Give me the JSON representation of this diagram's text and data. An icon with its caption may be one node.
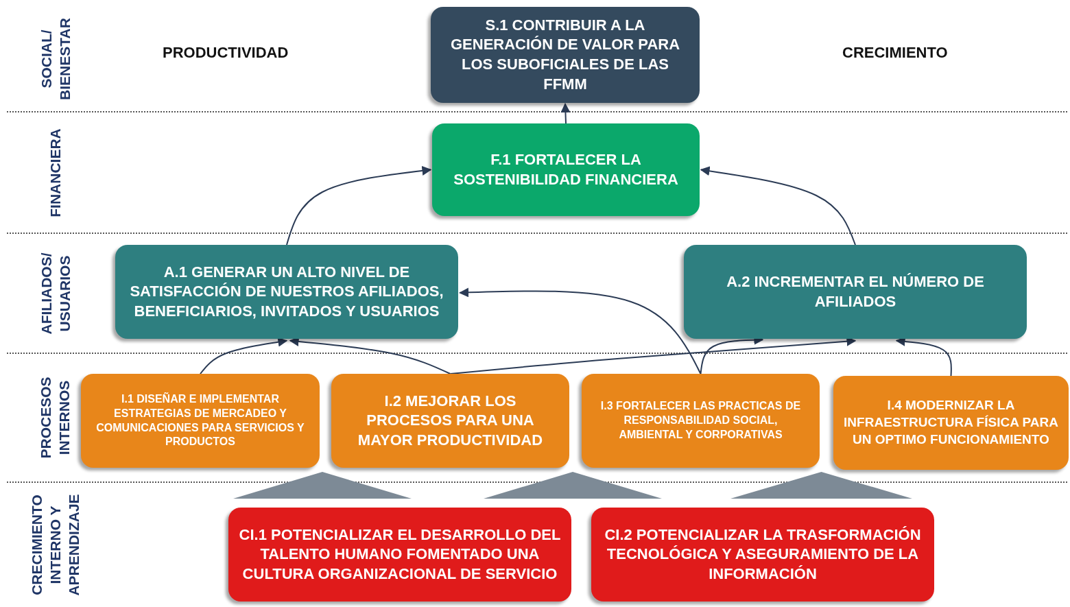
{
  "diagram": {
    "nodes": [
      {
        "text": [
          "S.1 CONTRIBUIR A LA GENERACIÓN DE VALOR PARA LOS SUBOFICIALES DE LAS FFMM"
        ]
      },
      {
        "text": [
          "F.1 FORTALECER LA SOSTENIBILIDAD FINANCIERA"
        ]
      },
      {
        "text": [
          "A.1 GENERAR UN ALTO NIVEL DE SATISFACCIÓN DE NUESTROS AFILIADOS, BENEFICIARIOS, INVITADOS Y USUARIOS"
        ]
      },
      {
        "text": [
          "A.2  INCREMENTAR EL NÚMERO DE AFILIADOS"
        ]
      },
      {
        "text": [
          "I.1 DISEÑAR E IMPLEMENTAR ESTRATEGIAS DE MERCADEO Y COMUNICACIONES  PARA SERVICIOS Y PRODUCTOS"
        ]
      },
      {
        "text": [
          "I.2 MEJORAR LOS PROCESOS PARA UNA MAYOR PRODUCTIVIDAD"
        ]
      },
      {
        "text": [
          "I.3 FORTALECER LAS PRACTICAS DE RESPONSABILIDAD SOCIAL, AMBIENTAL Y CORPORATIVAS"
        ]
      },
      {
        "text": [
          "I.4 MODERNIZAR LA INFRAESTRUCTURA FÍSICA PARA UN OPTIMO FUNCIONAMIENTO"
        ]
      },
      {
        "text": [
          "CI.1 POTENCIALIZAR EL DESARROLLO DEL TALENTO HUMANO FOMENTADO UNA CULTURA ORGANIZACIONAL DE SERVICIO"
        ]
      },
      {
        "text": [
          "CI.2 POTENCIALIZAR LA TRASFORMACIÓN  TECNOLÓGICA Y ASEGURAMIENTO DE LA INFORMACIÓN"
        ]
      },
      {
        "text": [],
        "shape": "triangle"
      },
      {
        "text": [],
        "shape": "triangle"
      },
      {
        "text": [],
        "shape": "triangle"
      }
    ],
    "edges": [
      {
        "from": 1,
        "to": 0,
        "arrow": "to"
      },
      {
        "from": 2,
        "to": 1,
        "arrow": "to"
      },
      {
        "from": 3,
        "to": 1,
        "arrow": "to"
      },
      {
        "from": 4,
        "to": 2,
        "arrow": "to"
      },
      {
        "from": 5,
        "to": 2,
        "arrow": "to"
      },
      {
        "from": 6,
        "to": 2,
        "arrow": "to"
      },
      {
        "from": 5,
        "to": 3,
        "arrow": "to"
      },
      {
        "from": 6,
        "to": 3,
        "arrow": "to"
      },
      {
        "from": 7,
        "to": 3,
        "arrow": "to"
      }
    ],
    "labels": [
      "SOCIAL/ BIENESTAR",
      "FINANCIERA",
      "AFILIADOS/ USUARIOS",
      "PROCESOS INTERNOS",
      "CRECIMIENTO INTERNO Y APRENDIZAJE",
      "PRODUCTIVIDAD",
      "CRECIMIENTO"
    ]
  }
}
